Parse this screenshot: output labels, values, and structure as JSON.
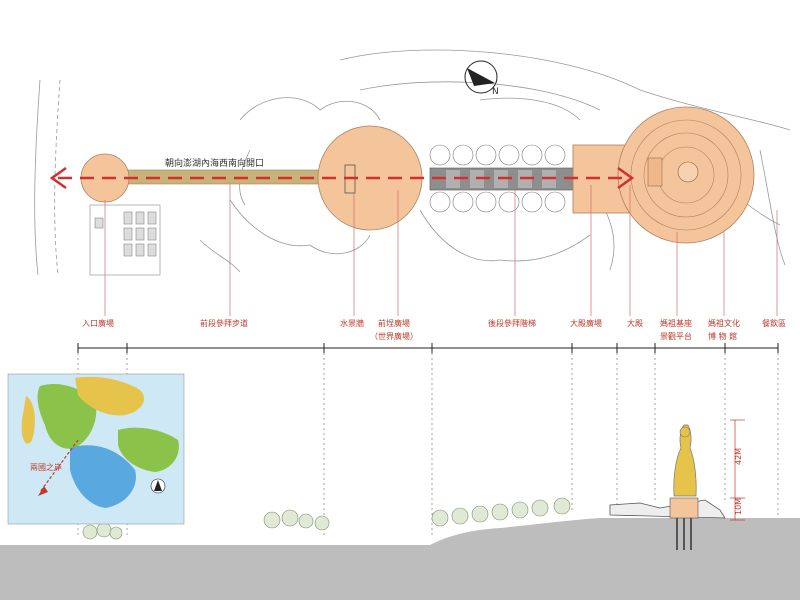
{
  "plan": {
    "walkway_caption": "朝向澎湖內海西南向開口"
  },
  "labels": {
    "entrance": "入口廣場",
    "front_walkway": "前段參拜步道",
    "water_wall": "水景牆",
    "front_plaza_l1": "前埕廣場",
    "front_plaza_l2": "（世界廣場）",
    "rear_steps": "後段參拜階梯",
    "main_plaza": "大殿廣場",
    "main_hall": "大殿",
    "base_l1": "媽祖基座",
    "base_l2": "景觀平台",
    "museum_l1": "媽祖文化",
    "museum_l2": "博 物 館",
    "dining": "餐飲區"
  },
  "section": {
    "height_upper": "42M",
    "height_lower": "10M"
  },
  "inset_map": {
    "direction_text": "兩國之岸"
  },
  "colors": {
    "plaza_fill": "#f4c49a",
    "plaza_stroke": "#b08060",
    "axis_red": "#d32f2f",
    "label_red": "#c0392b",
    "walkway": "#c8b27a",
    "ground": "#bdbdbd",
    "sea_blue": "#5aa8e0",
    "land_green": "#8bc34a",
    "land_yellow": "#e6c34a"
  }
}
